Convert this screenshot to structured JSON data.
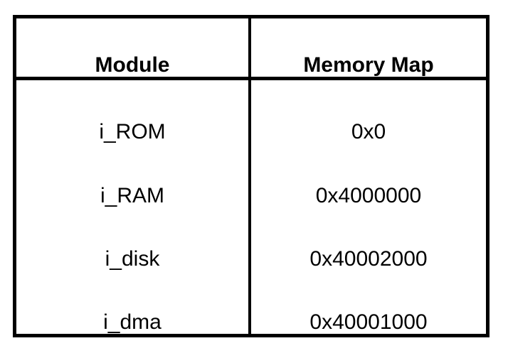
{
  "page": {
    "background": "#ffffff",
    "text_color": "#000000",
    "border_color": "#000000"
  },
  "table": {
    "headers": {
      "module": "Module",
      "memory_map": "Memory Map"
    },
    "rows": [
      {
        "module": "i_ROM",
        "memory_map": "0x0"
      },
      {
        "module": "i_RAM",
        "memory_map": "0x4000000"
      },
      {
        "module": "i_disk",
        "memory_map": "0x40002000"
      },
      {
        "module": "i_dma",
        "memory_map": "0x40001000"
      }
    ]
  }
}
